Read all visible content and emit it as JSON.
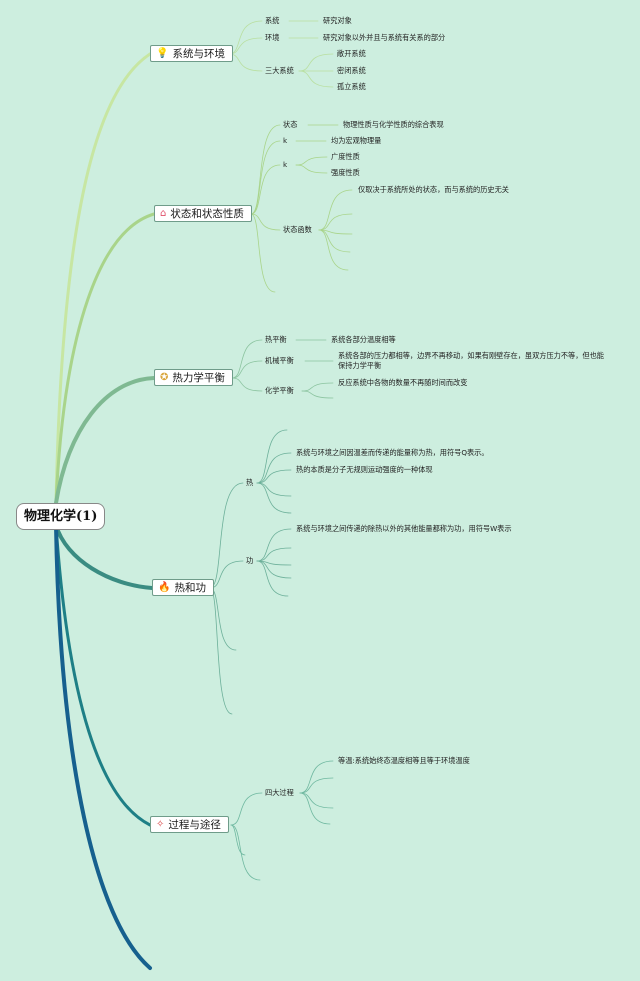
{
  "root": {
    "title": "物理化学(1)"
  },
  "branches": [
    {
      "title": "系统与环境",
      "icon": "lightbulb-icon",
      "glyph": "💡",
      "color": "#eed84a",
      "items": [
        {
          "label": "系统",
          "children": [
            "研究对象"
          ]
        },
        {
          "label": "环境",
          "children": [
            "研究对象以外并且与系统有关系的部分"
          ]
        },
        {
          "label": "三大系统",
          "children": [
            "敞开系统",
            "密闭系统",
            "孤立系统"
          ]
        }
      ]
    },
    {
      "title": "状态和状态性质",
      "icon": "home-icon",
      "glyph": "⌂",
      "color": "#e0506a",
      "items": [
        {
          "label": "状态",
          "children": [
            "物理性质与化学性质的综合表现"
          ]
        },
        {
          "label": "k",
          "children": [
            "均为宏观物理量"
          ]
        },
        {
          "label": "k",
          "children": [
            "广度性质",
            "强度性质"
          ]
        },
        {
          "label": "状态函数",
          "children": [
            "仅取决于系统所处的状态，而与系统的历史无关"
          ]
        }
      ]
    },
    {
      "title": "热力学平衡",
      "icon": "medal-icon",
      "glyph": "✪",
      "color": "#d9a53c",
      "items": [
        {
          "label": "热平衡",
          "children": [
            "系统各部分温度相等"
          ]
        },
        {
          "label": "机械平衡",
          "children": [
            "系统各部的压力都相等，边界不再移动，如果有刚壁存在，虽双方压力不等，但也能保持力学平衡"
          ]
        },
        {
          "label": "化学平衡",
          "children": [
            "反应系统中各物的数量不再随时间而改变"
          ]
        }
      ]
    },
    {
      "title": "热和功",
      "icon": "flame-icon",
      "glyph": "🔥",
      "color": "#2a86d6",
      "items": [
        {
          "label": "热",
          "children": [
            "系统与环境之间因温差而传递的能量称为热，用符号Q表示。",
            "热的本质是分子无规则运动强度的一种体现"
          ]
        },
        {
          "label": "功",
          "children": [
            "系统与环境之间传递的除热以外的其他能量都称为功，用符号W表示"
          ]
        }
      ]
    },
    {
      "title": "过程与途径",
      "icon": "sparkle-icon",
      "glyph": "✧",
      "color": "#d84848",
      "items": [
        {
          "label": "四大过程",
          "children": [
            "等温:系统始终态温度相等且等于环境温度"
          ]
        }
      ]
    }
  ]
}
